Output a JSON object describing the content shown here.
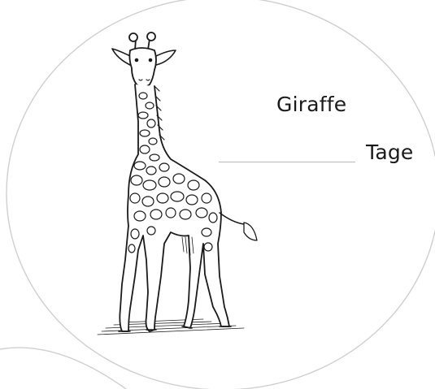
{
  "card": {
    "animal_name": "Giraffe",
    "unit_label": "Tage",
    "illustration": "giraffe-line-drawing"
  }
}
